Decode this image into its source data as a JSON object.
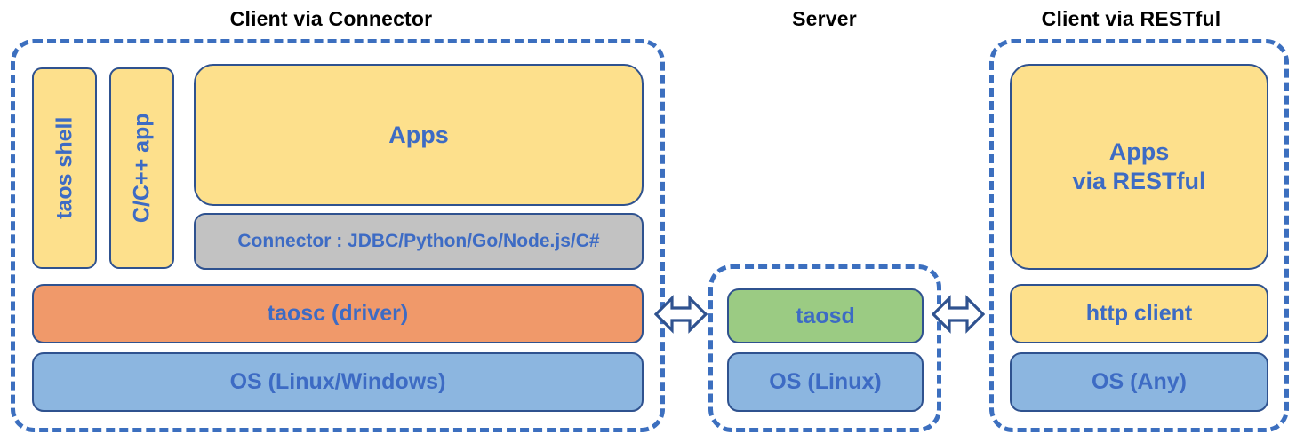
{
  "diagram": {
    "title_left": "Client via Connector",
    "title_center": "Server",
    "title_right": "Client via RESTful",
    "colors": {
      "dashed_border": "#3c6fbf",
      "node_border": "#2f528f",
      "text_blue": "#3d6bc4",
      "yellow": "#fde08c",
      "orange": "#f0996a",
      "blue": "#8cb6e0",
      "green": "#9bcb83",
      "gray": "#c2c2c2",
      "title_black": "#000000"
    }
  },
  "client_connector": {
    "taos_shell": "taos shell",
    "c_cpp_app": "C/C++ app",
    "apps": "Apps",
    "connector": "Connector : JDBC/Python/Go/Node.js/C#",
    "taosc": "taosc (driver)",
    "os": "OS (Linux/Windows)"
  },
  "server": {
    "taosd": "taosd",
    "os": "OS (Linux)"
  },
  "client_restful": {
    "apps_line1": "Apps",
    "apps_line2": "via RESTful",
    "http_client": "http client",
    "os": "OS (Any)"
  },
  "arrows": {
    "left_arrow_label": "bidirectional",
    "right_arrow_label": "bidirectional"
  }
}
